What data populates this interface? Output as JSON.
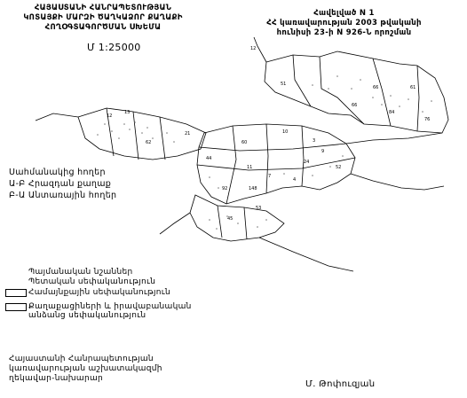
{
  "title": {
    "line1": "ՀԱՅԱՍՏԱՆԻ ՀԱՆՐԱՊԵՏՈՒԹՅԱՆ",
    "line2": "ԿՈՏԱՅՔԻ ՄԱՐԶԻ ԾԱՂԿԱՁՈՐ ՔԱՂԱՔԻ",
    "line3": "ՀՈՂՕԳՏԱԳՈՐԾՄԱՆ ՍԽԵՄԱ"
  },
  "scale": "Մ 1:25000",
  "annex": {
    "line1": "Հավելված N 1",
    "line2": "ՀՀ կառավարության 2003 թվականի",
    "line3": "հունիսի 23-ի N 926-Ն որոշման"
  },
  "land_categories": [
    "Սահմանակից հողեր",
    "Ա-Բ Հրազդան քաղաք",
    "Բ-Ա Անտառային հողեր"
  ],
  "legend": {
    "title": "Պայմանական նշաններ",
    "subtitle": "Պետական սեփականություն",
    "items": [
      {
        "label": "Համայնքային սեփականություն"
      },
      {
        "label": "Քաղաքացիների և իրավաբանական անձանց սեփականություն"
      }
    ]
  },
  "signature": {
    "line1": "Հայաստանի Հանրապետության",
    "line2": "կառավարության աշխատակազմի",
    "line3": "ղեկավար-նախարար"
  },
  "signer": "Մ. Թոփուզյան",
  "map_labels": [
    "12",
    "10",
    "11",
    "7",
    "51",
    "60",
    "84",
    "66",
    "92",
    "148",
    "76",
    "62",
    "12",
    "13",
    "21",
    "3",
    "9",
    "24",
    "4",
    "45",
    "66",
    "44",
    "52",
    "61",
    "53"
  ]
}
